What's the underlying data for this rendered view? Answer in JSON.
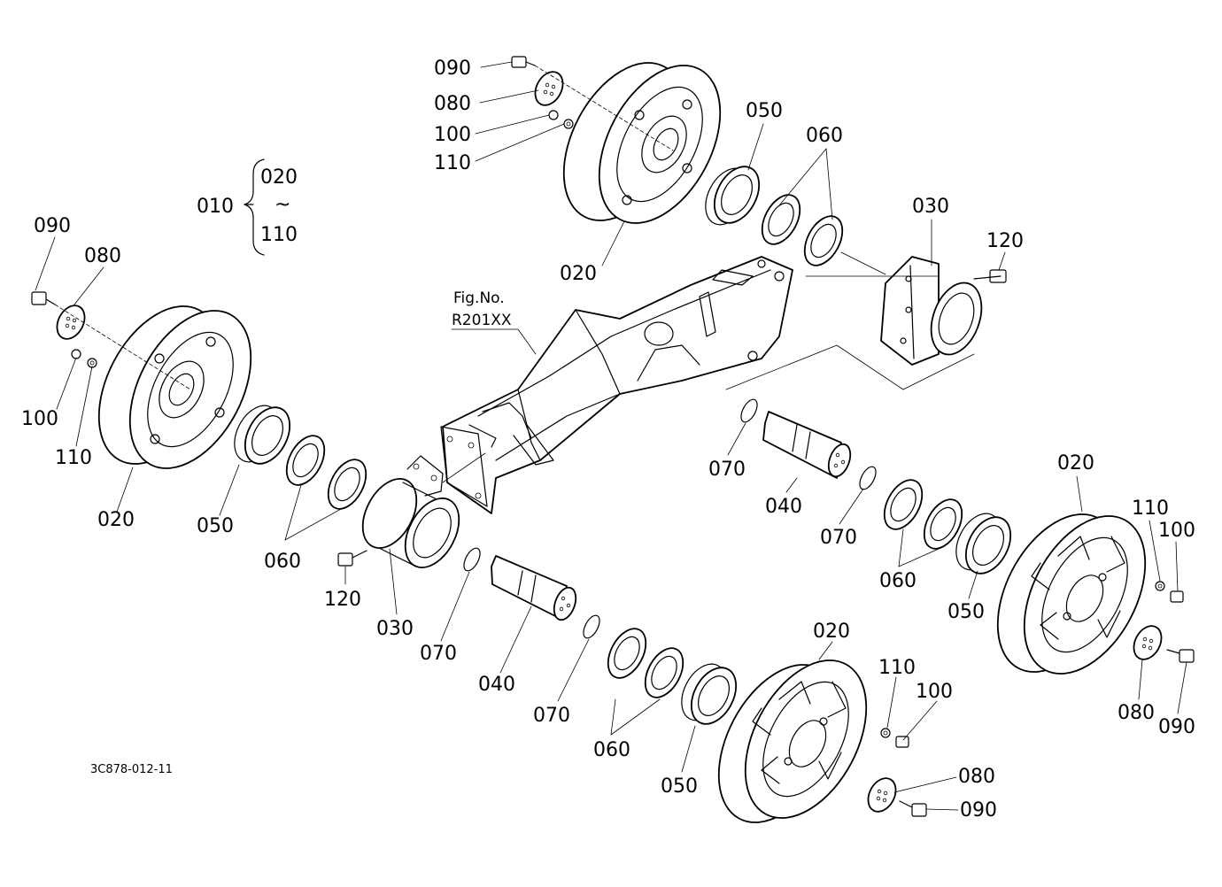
{
  "group": {
    "parent": "010",
    "from": "020",
    "tilde": "~",
    "to": "110"
  },
  "figref": {
    "line1": "Fig.No.",
    "line2": "R201XX"
  },
  "diagram_code": "3C878-012-11",
  "callouts": [
    {
      "id": "c1",
      "text": "090"
    },
    {
      "id": "c2",
      "text": "080"
    },
    {
      "id": "c3",
      "text": "100"
    },
    {
      "id": "c4",
      "text": "110"
    },
    {
      "id": "c5",
      "text": "050"
    },
    {
      "id": "c6",
      "text": "060"
    },
    {
      "id": "c7",
      "text": "020"
    },
    {
      "id": "c8",
      "text": "030"
    },
    {
      "id": "c9",
      "text": "120"
    },
    {
      "id": "c10",
      "text": "090"
    },
    {
      "id": "c11",
      "text": "080"
    },
    {
      "id": "c12",
      "text": "100"
    },
    {
      "id": "c13",
      "text": "110"
    },
    {
      "id": "c14",
      "text": "020"
    },
    {
      "id": "c15",
      "text": "050"
    },
    {
      "id": "c16",
      "text": "060"
    },
    {
      "id": "c17",
      "text": "120"
    },
    {
      "id": "c18",
      "text": "030"
    },
    {
      "id": "c19",
      "text": "070"
    },
    {
      "id": "c20",
      "text": "040"
    },
    {
      "id": "c21",
      "text": "070"
    },
    {
      "id": "c22",
      "text": "060"
    },
    {
      "id": "c23",
      "text": "050"
    },
    {
      "id": "c24",
      "text": "020"
    },
    {
      "id": "c25",
      "text": "110"
    },
    {
      "id": "c26",
      "text": "100"
    },
    {
      "id": "c27",
      "text": "080"
    },
    {
      "id": "c28",
      "text": "090"
    },
    {
      "id": "c29",
      "text": "070"
    },
    {
      "id": "c30",
      "text": "040"
    },
    {
      "id": "c31",
      "text": "070"
    },
    {
      "id": "c32",
      "text": "060"
    },
    {
      "id": "c33",
      "text": "050"
    },
    {
      "id": "c34",
      "text": "020"
    },
    {
      "id": "c35",
      "text": "110"
    },
    {
      "id": "c36",
      "text": "100"
    },
    {
      "id": "c37",
      "text": "080"
    },
    {
      "id": "c38",
      "text": "090"
    }
  ]
}
